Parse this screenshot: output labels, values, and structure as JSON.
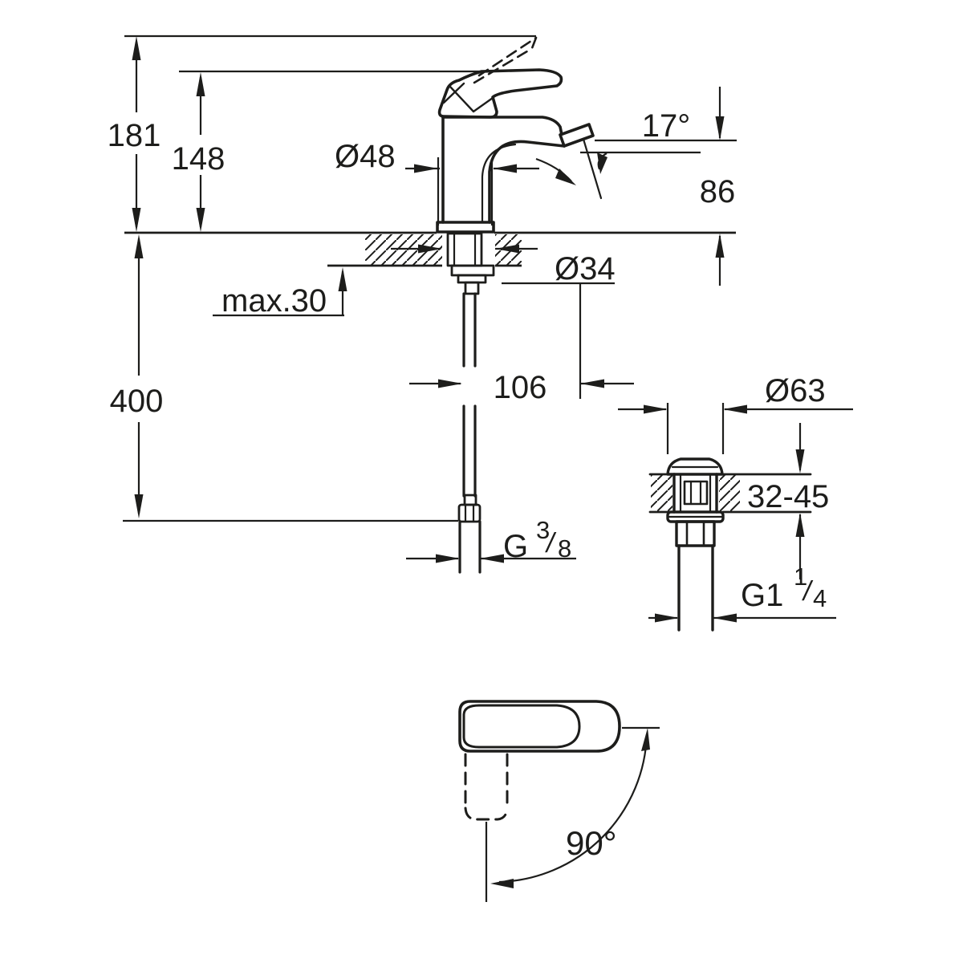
{
  "labels": {
    "total_height": "181",
    "handle_height": "148",
    "body_diameter": "Ø48",
    "spout_angle": "17°",
    "spout_height": "86",
    "max_deck_thickness": "max.30",
    "hole_diameter": "Ø34",
    "hose_length": "400",
    "spout_projection": "106",
    "waste_diameter": "Ø63",
    "waste_deck_range": "32-45",
    "handle_swivel_angle": "90°",
    "hose_thread": {
      "prefix": "G",
      "numerator": "3",
      "slash": "/",
      "denominator": "8"
    },
    "waste_thread": {
      "prefix": "G1",
      "numerator": "1",
      "slash": "/",
      "denominator": "4"
    }
  },
  "colors": {
    "line": "#1d1d1b",
    "background": "#ffffff"
  }
}
